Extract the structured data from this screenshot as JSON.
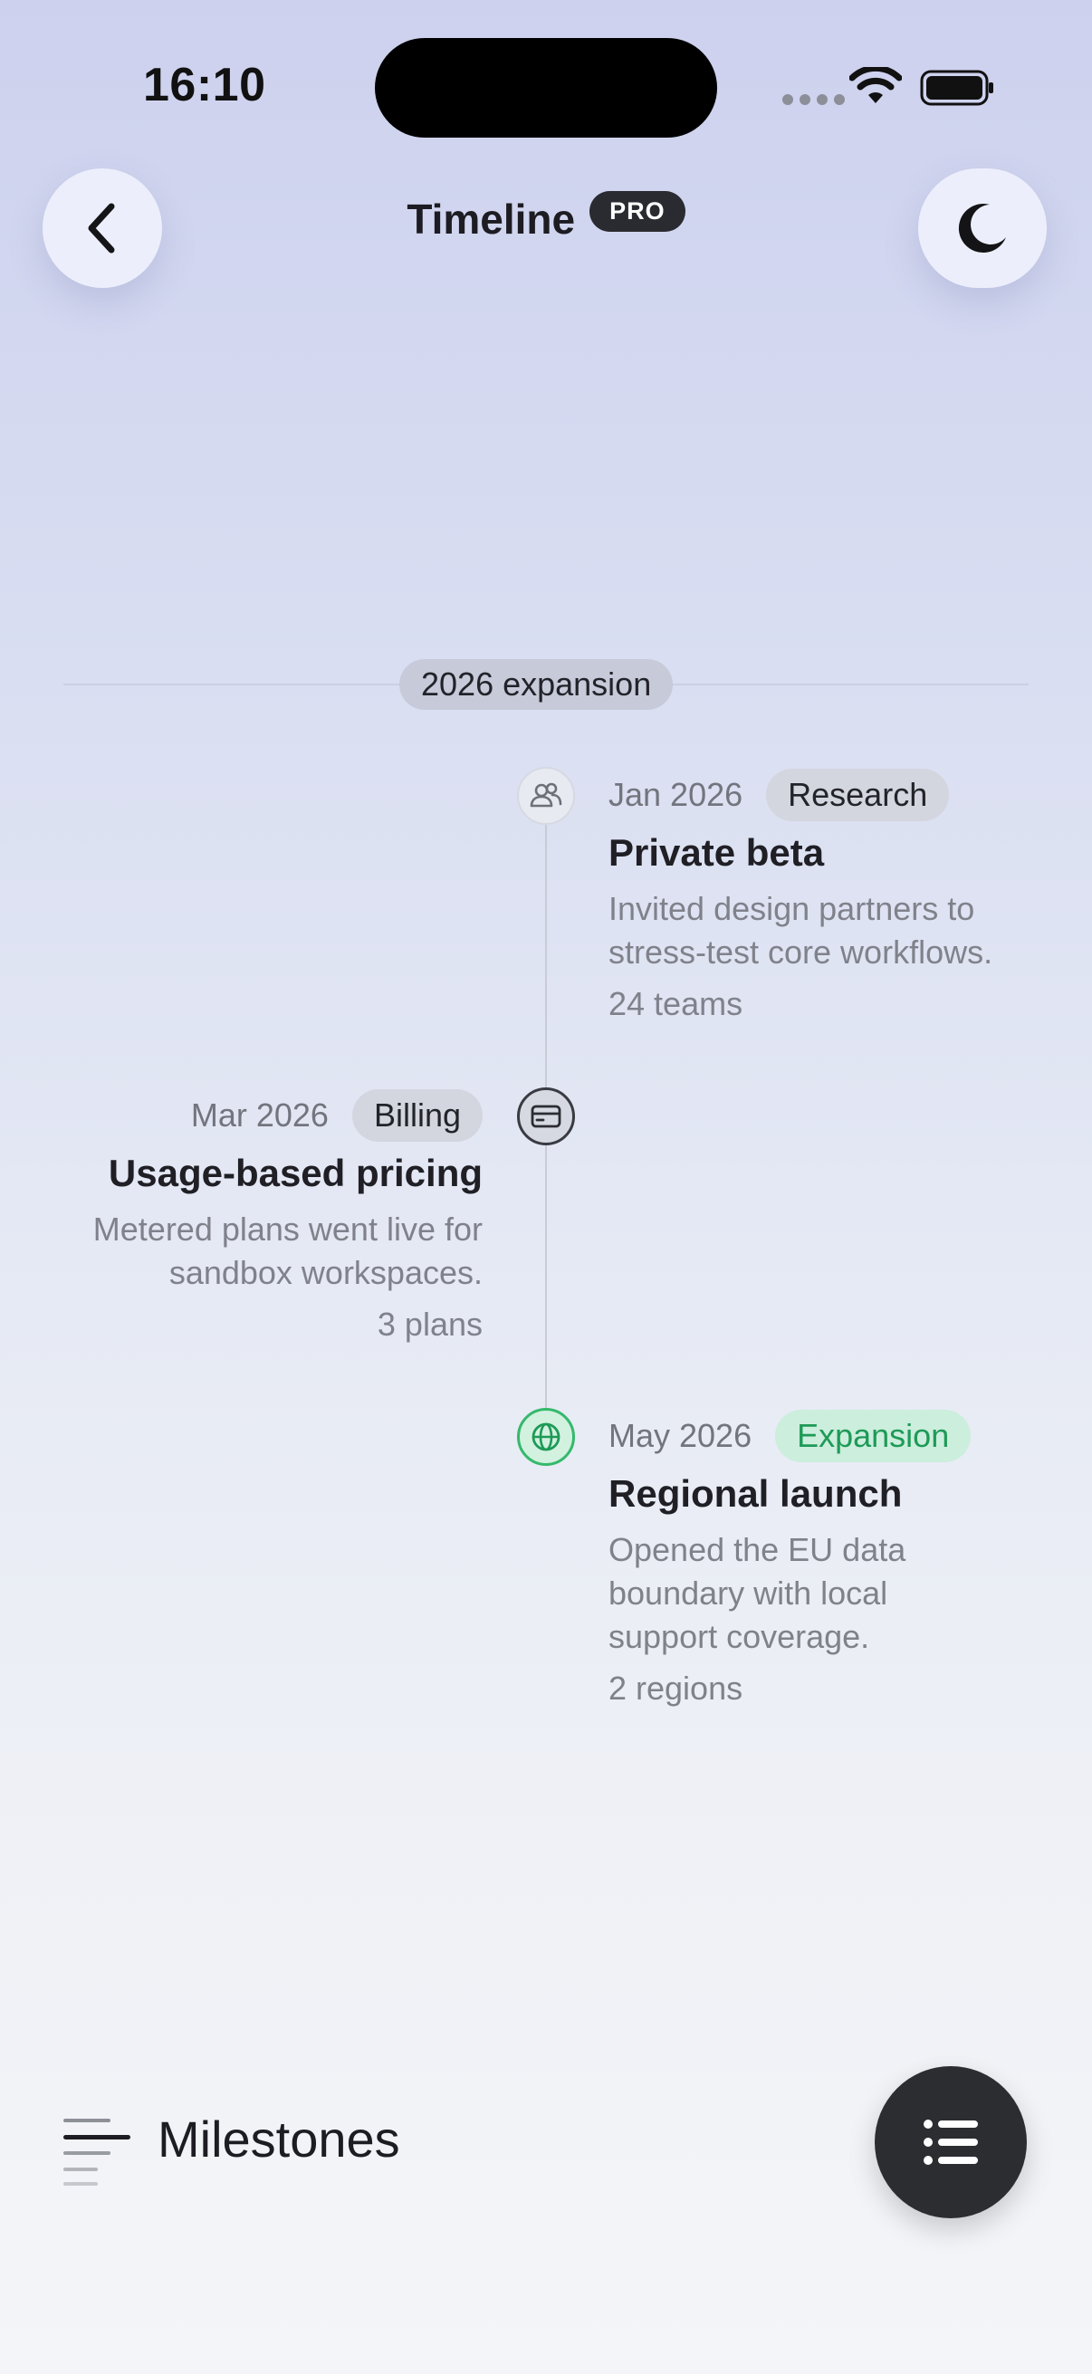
{
  "status_bar": {
    "time": "16:10"
  },
  "header": {
    "title": "Timeline",
    "badge": "PRO",
    "back_icon": "chevron-left-icon",
    "theme_icon": "moon-icon"
  },
  "section": {
    "label": "2026 expansion"
  },
  "entries": [
    {
      "date": "Jan 2026",
      "tag": "Research",
      "title": "Private beta",
      "description": "Invited design partners to stress-test core workflows.",
      "count": "24 teams",
      "icon": "users-icon",
      "side": "right"
    },
    {
      "date": "Mar 2026",
      "tag": "Billing",
      "title": "Usage-based pricing",
      "description": "Metered plans went live for sandbox workspaces.",
      "count": "3 plans",
      "icon": "credit-card-icon",
      "side": "left"
    },
    {
      "date": "May 2026",
      "tag": "Expansion",
      "title": "Regional launch",
      "description": "Opened the EU data boundary with local support coverage.",
      "count": "2 regions",
      "icon": "globe-icon",
      "side": "right",
      "accent": "#1e9a57"
    }
  ],
  "footer": {
    "label": "Milestones",
    "fab_icon": "list-icon"
  }
}
